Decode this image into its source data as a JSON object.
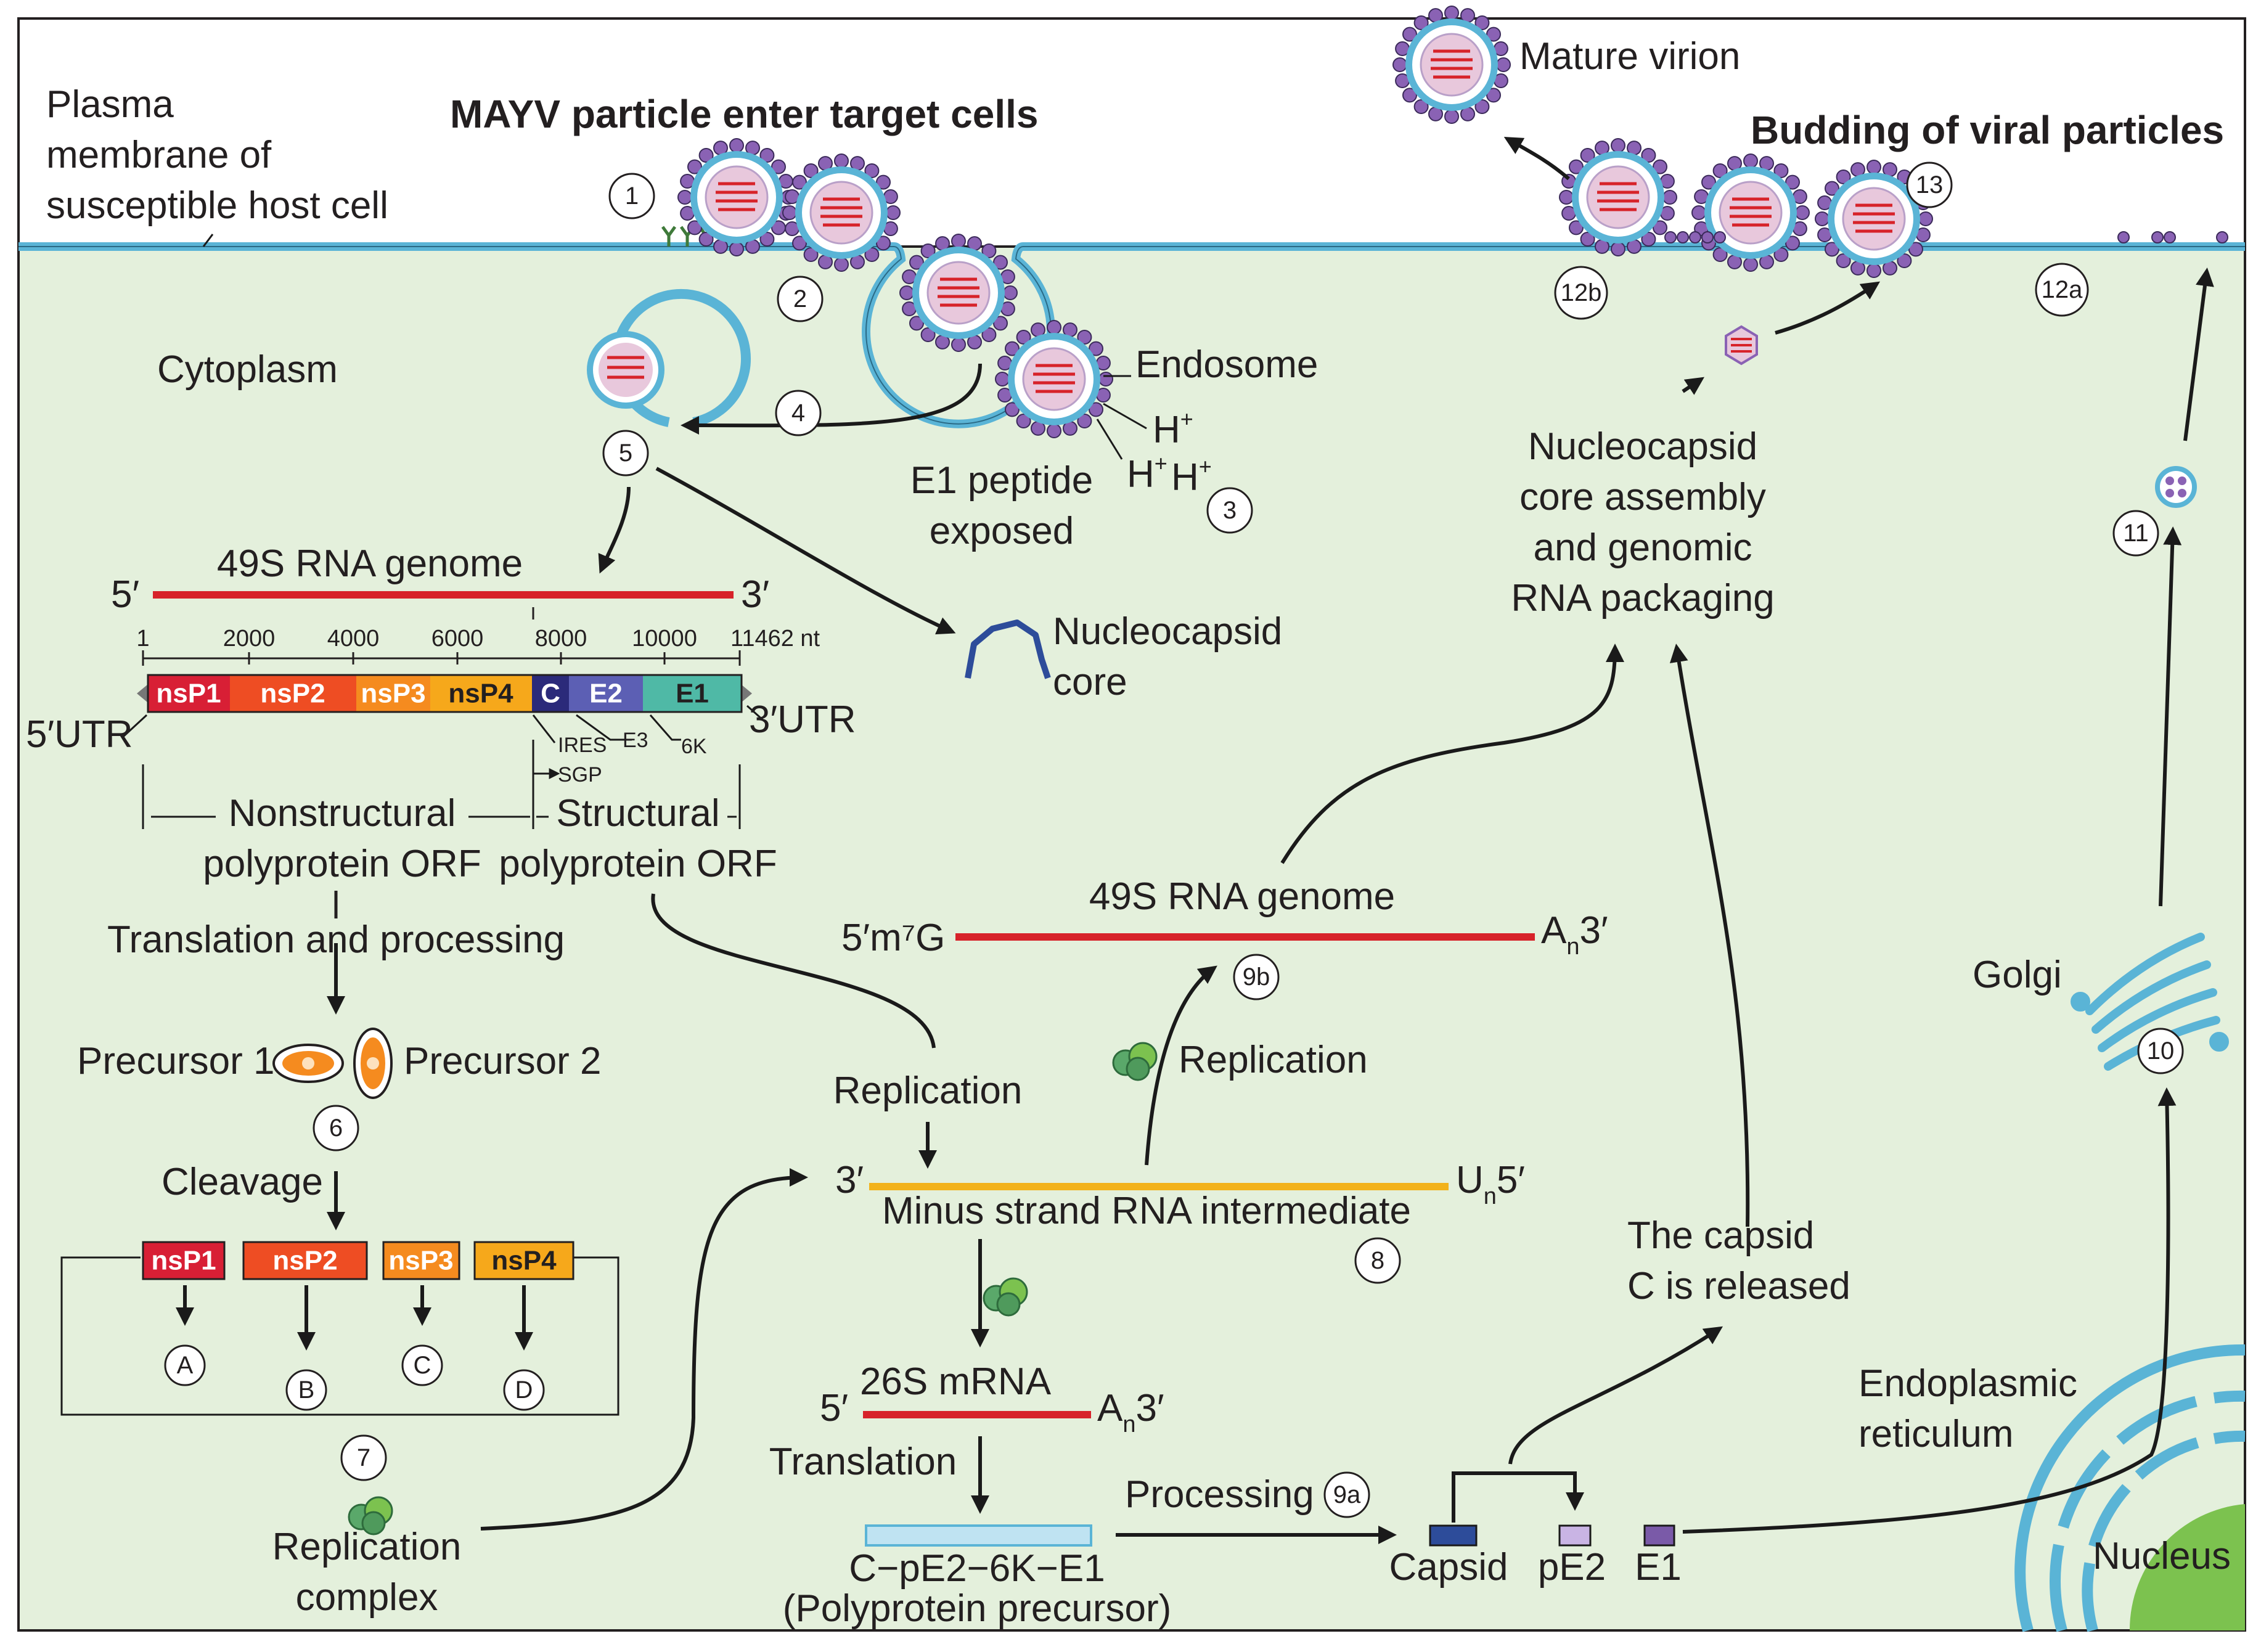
{
  "labels": {
    "plasma_membrane": [
      "Plasma",
      "membrane of",
      "susceptible host cell"
    ],
    "entry_title": "MAYV particle enter target cells",
    "budding_title": "Budding of viral particles",
    "mature_virion": "Mature virion",
    "cytoplasm": "Cytoplasm",
    "endosome": "Endosome",
    "proton": "H",
    "proton_sup": "+",
    "e1_peptide": [
      "E1 peptide",
      "exposed"
    ],
    "nucleocapsid_core": [
      "Nucleocapsid",
      "core"
    ],
    "genome_title": "49S RNA genome",
    "five_prime": "5′",
    "three_prime": "3′",
    "five_utr": "5′UTR",
    "three_utr": "3′UTR",
    "ires": "IRES",
    "sgp": "SGP",
    "e3": "E3",
    "k6": "6K",
    "nonstructural_orf": [
      "Nonstructural",
      "polyprotein ORF"
    ],
    "structural_orf": [
      "Structural",
      "polyprotein ORF"
    ],
    "translation_processing": "Translation and processing",
    "precursor1": "Precursor 1",
    "precursor2": "Precursor 2",
    "cleavage": "Cleavage",
    "replication_complex": [
      "Replication",
      "complex"
    ],
    "replication_left": "Replication",
    "replication_right": "Replication",
    "genome2_title": "49S RNA genome",
    "genome2_left": "5′m⁷G",
    "genome2_right_a": "A",
    "genome2_right_n": "n",
    "genome2_right_end": "3′",
    "minus_strand": "Minus strand RNA intermediate",
    "minus_left": "3′",
    "minus_right_u": "U",
    "minus_right_n": "n",
    "minus_right_end": "5′",
    "mrna_title": "26S mRNA",
    "mrna_left": "5′",
    "mrna_right_a": "A",
    "mrna_right_n": "n",
    "mrna_right_end": "3′",
    "translation": "Translation",
    "polyprotein": [
      "C−pE2−6K−E1",
      "(Polyprotein precursor)"
    ],
    "processing": "Processing",
    "capsid": "Capsid",
    "pe2": "pE2",
    "e1": "E1",
    "capsid_released": [
      "The capsid",
      "C is released"
    ],
    "nucleocapsid_assembly": [
      "Nucleocapsid",
      "core assembly",
      "and genomic",
      "RNA packaging"
    ],
    "golgi": "Golgi",
    "er": [
      "Endoplasmic",
      "reticulum"
    ],
    "nucleus": "Nucleus"
  },
  "genome_axis": {
    "ticks": [
      "1",
      "2000",
      "4000",
      "6000",
      "8000",
      "10000",
      "11462 nt"
    ]
  },
  "genome_segments": [
    "nsP1",
    "nsP2",
    "nsP3",
    "nsP4",
    "C",
    "E2",
    "E1"
  ],
  "nsp_proteins": [
    "nsP1",
    "nsP2",
    "nsP3",
    "nsP4"
  ],
  "nsp_products": [
    "A",
    "B",
    "C",
    "D"
  ],
  "steps": [
    "1",
    "2",
    "3",
    "4",
    "5",
    "6",
    "7",
    "8",
    "9a",
    "9b",
    "10",
    "11",
    "12a",
    "12b",
    "13"
  ],
  "colors": {
    "cytoplasm": "#e4f0dc",
    "membrane": "#5ab4d6",
    "genome_red": "#d7232a",
    "minus_strand_orange": "#f2b21b",
    "nsp1": "#d81f35",
    "nsp2": "#ee4d23",
    "nsp3": "#f58b1f",
    "nsp4": "#f6a81b",
    "capsid_c": "#2b2a7a",
    "e2": "#5c5fb4",
    "e1": "#4fb9a6",
    "nucleocapsid_core": "#2d4c9a",
    "spike_purple": "#8a62b4",
    "nucleus_green": "#7cc24f"
  },
  "icons": [
    "virion-icon",
    "ribosome-icon",
    "golgi-icon",
    "nucleus-icon",
    "precursor-icon",
    "nucleocapsid-core-icon"
  ]
}
